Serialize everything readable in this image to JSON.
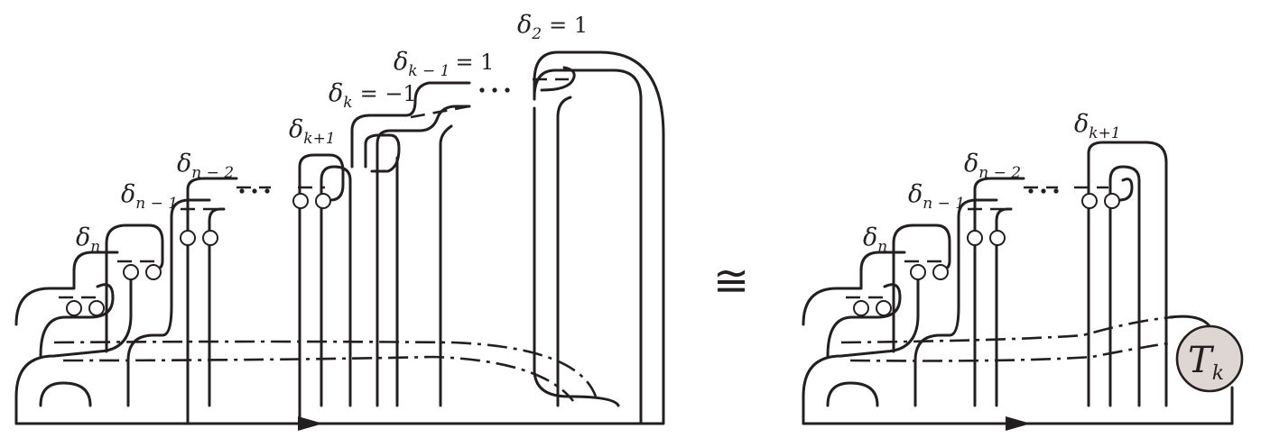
{
  "left_diagram": {
    "labels": [
      {
        "base": "δ",
        "sub": "n",
        "suffix": ""
      },
      {
        "base": "δ",
        "sub": "n − 1",
        "suffix": ""
      },
      {
        "base": "δ",
        "sub": "n − 2",
        "suffix": ""
      },
      {
        "base": "δ",
        "sub": "k+1",
        "suffix": ""
      },
      {
        "base": "δ",
        "sub": "k",
        "suffix": "= −1"
      },
      {
        "base": "δ",
        "sub": "k − 1",
        "suffix": "= 1"
      },
      {
        "base": "δ",
        "sub": "2",
        "suffix": "= 1"
      }
    ]
  },
  "relation_symbol": "≅",
  "right_diagram": {
    "labels": [
      {
        "base": "δ",
        "sub": "n",
        "suffix": ""
      },
      {
        "base": "δ",
        "sub": "n − 1",
        "suffix": ""
      },
      {
        "base": "δ",
        "sub": "n − 2",
        "suffix": ""
      },
      {
        "base": "δ",
        "sub": "k+1",
        "suffix": ""
      }
    ],
    "tangle": {
      "base": "T",
      "sub": "k",
      "fill": "#ddd6d3"
    }
  },
  "stroke_color": "#231f20"
}
